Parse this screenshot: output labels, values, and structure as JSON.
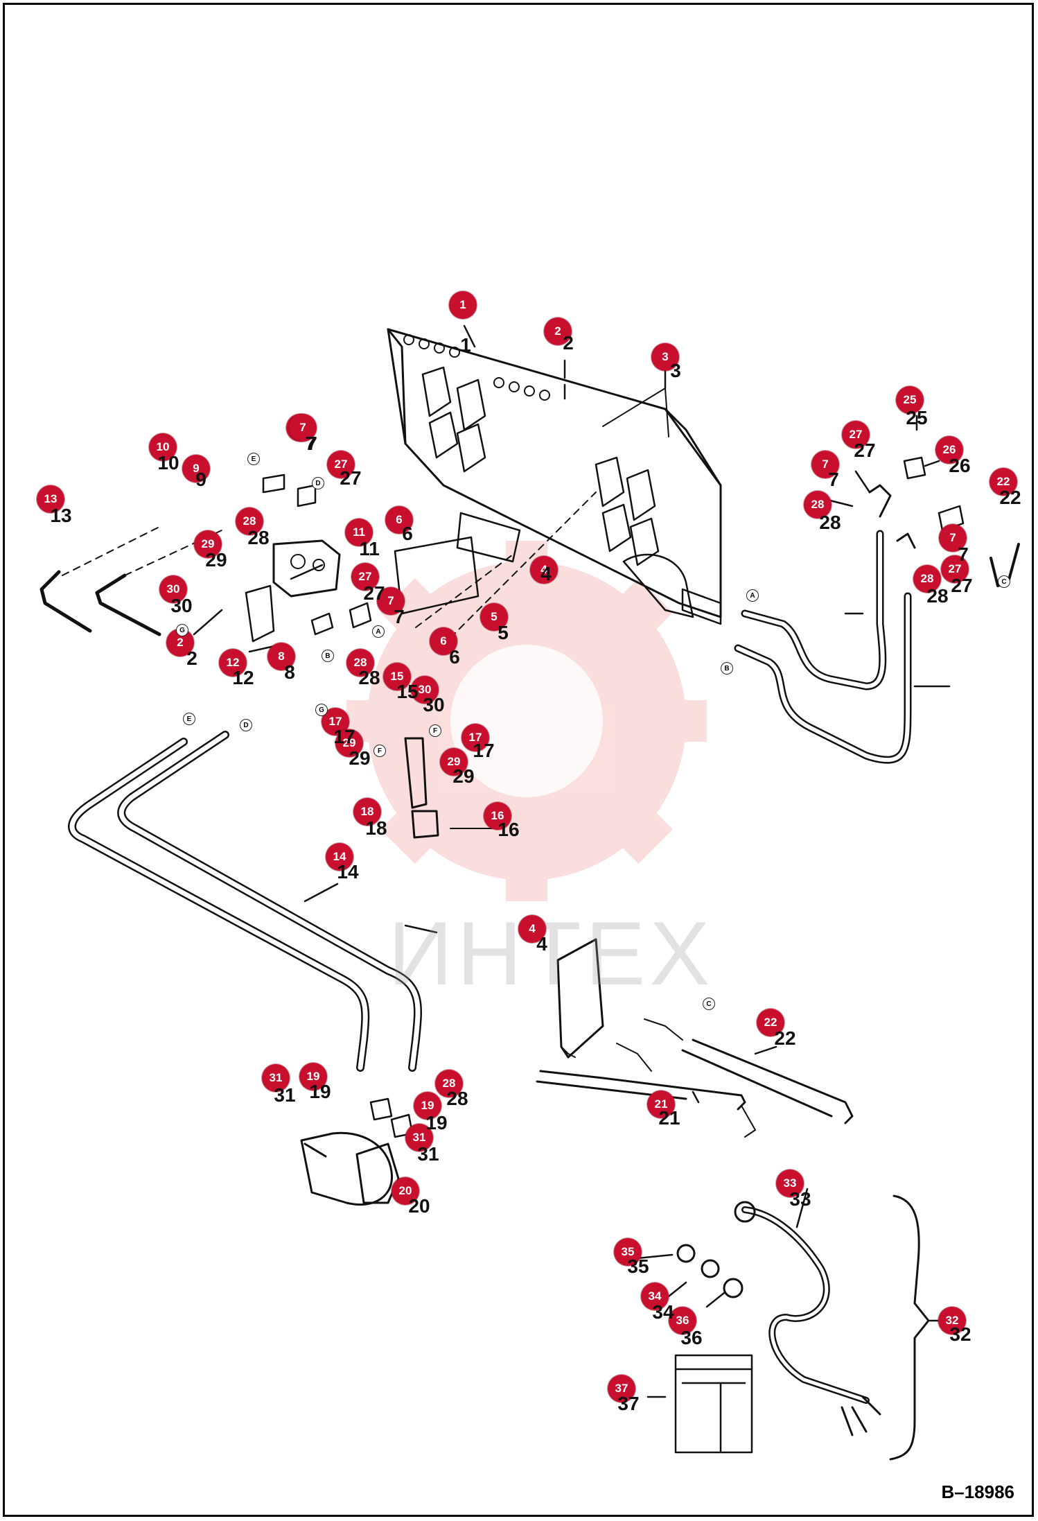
{
  "colors": {
    "callout_fill": "#c8102e",
    "line": "#111111",
    "watermark": "#e8464a"
  },
  "diagram": {
    "reference_id": "B–18986",
    "watermark_text": "ИНТЕХ",
    "watermark_icon": "gear-wrench-logo",
    "callouts": [
      "1",
      "2",
      "3",
      "25",
      "27",
      "26",
      "22",
      "7",
      "28",
      "7",
      "27",
      "28",
      "7",
      "10",
      "9",
      "13",
      "7",
      "27",
      "28",
      "29",
      "11",
      "6",
      "4",
      "30",
      "27",
      "7",
      "5",
      "2",
      "12",
      "8",
      "28",
      "6",
      "15",
      "30",
      "17",
      "29",
      "17",
      "29",
      "18",
      "16",
      "14",
      "4",
      "22",
      "21",
      "31",
      "19",
      "28",
      "19",
      "31",
      "20",
      "33",
      "35",
      "34",
      "36",
      "32",
      "37"
    ],
    "labels": [
      "1",
      "2",
      "3",
      "25",
      "27",
      "26",
      "22",
      "7",
      "28",
      "7",
      "27",
      "28",
      "7",
      "10",
      "9",
      "13",
      "7",
      "27",
      "28",
      "29",
      "11",
      "6",
      "4",
      "30",
      "27",
      "7",
      "5",
      "2",
      "12",
      "8",
      "28",
      "6",
      "15",
      "30",
      "17",
      "29",
      "17",
      "29",
      "18",
      "16",
      "14",
      "4",
      "22",
      "21",
      "31",
      "19",
      "28",
      "19",
      "31",
      "20",
      "33",
      "35",
      "34",
      "36",
      "32",
      "37"
    ],
    "connection_markers": [
      "A",
      "B",
      "C",
      "D",
      "E",
      "F",
      "G",
      "A",
      "B",
      "C",
      "D",
      "E",
      "F",
      "G"
    ]
  }
}
